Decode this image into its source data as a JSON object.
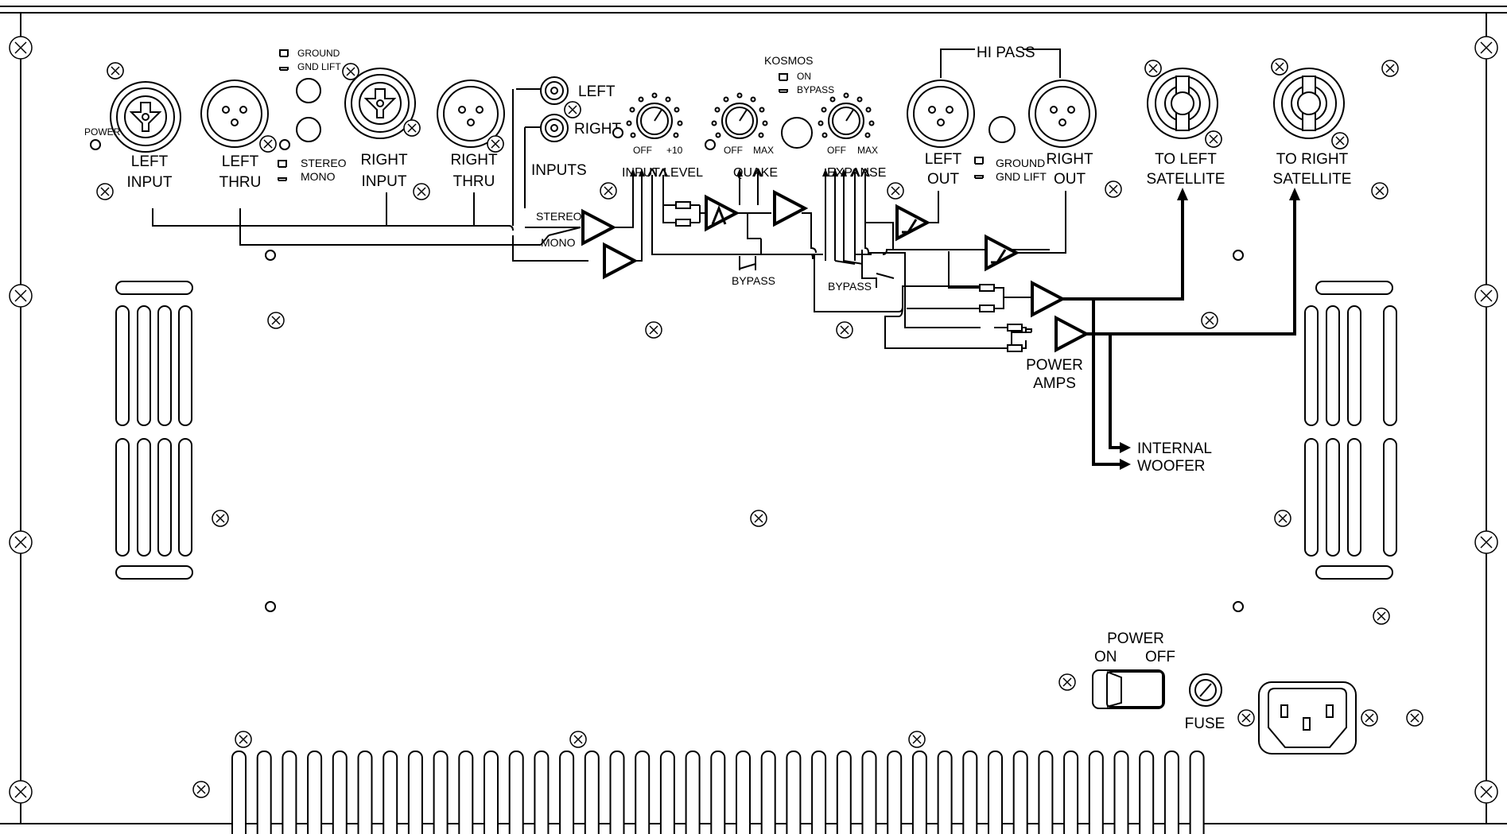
{
  "labels": {
    "power_led": "POWER",
    "left_input": [
      "LEFT",
      "INPUT"
    ],
    "left_thru": [
      "LEFT",
      "THRU"
    ],
    "right_input": [
      "RIGHT",
      "INPUT"
    ],
    "right_thru": [
      "RIGHT",
      "THRU"
    ],
    "ground_top": "GROUND",
    "gnd_lift_top": "GND LIFT",
    "stereo_sw": "STEREO",
    "mono_sw": "MONO",
    "rca_left": "LEFT",
    "rca_right": "RIGHT",
    "inputs": "INPUTS",
    "input_level": "INPUT LEVEL",
    "off": "OFF",
    "plus10": "+10",
    "max": "MAX",
    "kosmos": "KOSMOS",
    "on": "ON",
    "bypass_sw": "BYPASS",
    "quake": "QUAKE",
    "expanse": "EXPANSE",
    "hi_pass": "HI PASS",
    "left_out": [
      "LEFT",
      "OUT"
    ],
    "right_out": [
      "RIGHT",
      "OUT"
    ],
    "ground_out": "GROUND",
    "gnd_lift_out": "GND LIFT",
    "to_left_sat": [
      "TO LEFT",
      "SATELLITE"
    ],
    "to_right_sat": [
      "TO RIGHT",
      "SATELLITE"
    ],
    "stereo_path": "STEREO",
    "mono_path": "MONO",
    "bypass_quake": "BYPASS",
    "bypass_expanse": "BYPASS",
    "power_amps": [
      "POWER",
      "AMPS"
    ],
    "internal_woofer": [
      "INTERNAL",
      "WOOFER"
    ],
    "power_switch": "POWER",
    "sw_on": "ON",
    "sw_off": "OFF",
    "fuse": "FUSE"
  },
  "icons": {
    "screw": "screw-icon",
    "xlr_combo": "xlr-combo-jack-icon",
    "xlr": "xlr-jack-icon",
    "rca": "rca-jack-icon",
    "knob": "knob-icon",
    "speakon": "speakon-jack-icon",
    "amp": "amplifier-triangle-icon",
    "iec": "iec-power-inlet-icon",
    "fuse": "fuse-holder-icon",
    "rocker": "rocker-switch-icon"
  }
}
